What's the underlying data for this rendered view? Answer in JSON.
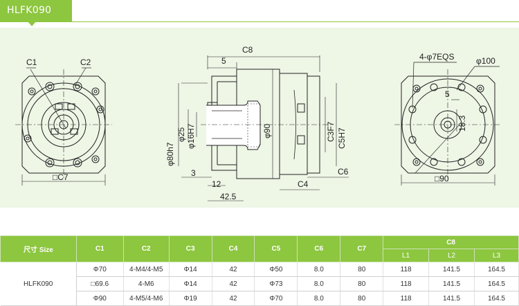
{
  "header": {
    "model_tag": "HLFK090"
  },
  "drawing": {
    "left_view": {
      "c1": "C1",
      "c2": "C2",
      "c7": "□C7"
    },
    "side_view": {
      "c8": "C8",
      "d5": "5",
      "phi80h7": "φ80h7",
      "phi25": "φ25",
      "phi16h7": "φ16H7",
      "phi90": "φ90",
      "c3f7": "C3F7",
      "c5h7": "C5H7",
      "d3": "3",
      "d12": "12",
      "d42_5": "42.5",
      "c4": "C4",
      "c6": "C6"
    },
    "right_view": {
      "holes": "4-φ7EQS",
      "phi100": "φ100",
      "d5": "5",
      "d18_3": "18.3",
      "sq90": "□90"
    }
  },
  "table": {
    "size_header": "尺寸 Size",
    "columns": [
      "C1",
      "C2",
      "C3",
      "C4",
      "C5",
      "C6",
      "C7"
    ],
    "c8_header": "C8",
    "c8_sub": [
      "L1",
      "L2",
      "L3"
    ],
    "model": "HLFK090",
    "rows": [
      [
        "Φ70",
        "4-M4/4-M5",
        "Φ14",
        "42",
        "Φ50",
        "8.0",
        "80",
        "118",
        "141.5",
        "164.5"
      ],
      [
        "□69.6",
        "4-M6",
        "Φ14",
        "42",
        "Φ73",
        "8.0",
        "80",
        "118",
        "141.5",
        "164.5"
      ],
      [
        "Φ90",
        "4-M5/4-M6",
        "Φ19",
        "42",
        "Φ70",
        "8.0",
        "80",
        "118",
        "141.5",
        "164.5"
      ]
    ]
  }
}
